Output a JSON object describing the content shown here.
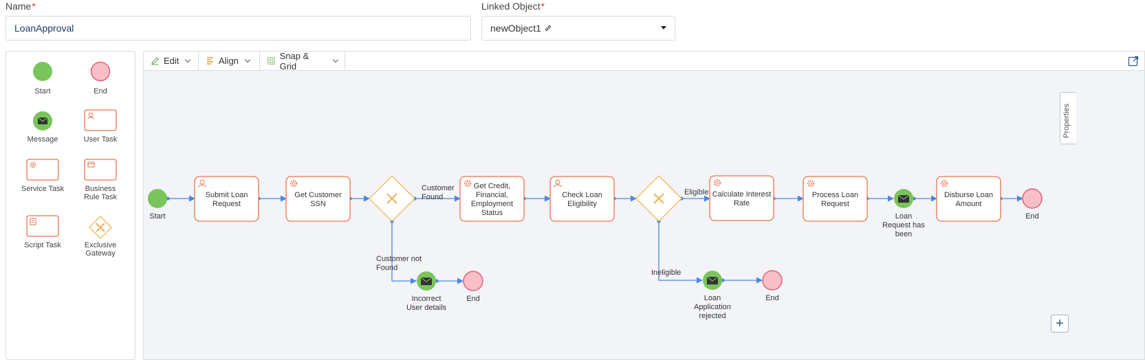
{
  "form": {
    "name_label": "Name",
    "required_mark": "*",
    "name_value": "LoanApproval",
    "linked_label": "Linked Object",
    "linked_value": "newObject1"
  },
  "palette": {
    "start": "Start",
    "end": "End",
    "message": "Message",
    "user_task": "User Task",
    "service_task": "Service Task",
    "business_rule_task": [
      "Business",
      "Rule Task"
    ],
    "script_task": "Script Task",
    "exclusive_gateway": [
      "Exclusive",
      "Gateway"
    ]
  },
  "toolbar": {
    "edit": "Edit",
    "align": "Align",
    "snap": "Snap & Grid"
  },
  "side": {
    "properties": "Properties",
    "plus": "+"
  },
  "diagram": {
    "start_label": "Start",
    "tasks": [
      {
        "name": "submit",
        "kind": "user",
        "lines": [
          "Submit Loan",
          "Request"
        ]
      },
      {
        "name": "get-ssn",
        "kind": "service",
        "lines": [
          "Get Customer",
          "SSN"
        ]
      },
      {
        "name": "get-credit",
        "kind": "service",
        "lines": [
          "Get Credit,",
          "Financial,",
          "Employment",
          "Status"
        ]
      },
      {
        "name": "check-eligibility",
        "kind": "user",
        "lines": [
          "Check Loan",
          "Eligibility"
        ]
      },
      {
        "name": "calc-interest",
        "kind": "service",
        "lines": [
          "Calculate Interest",
          "Rate"
        ]
      },
      {
        "name": "process-loan",
        "kind": "service",
        "lines": [
          "Process Loan",
          "Request"
        ]
      },
      {
        "name": "disburse",
        "kind": "service",
        "lines": [
          "Disburse Loan",
          "Amount"
        ]
      }
    ],
    "flow_labels": {
      "customer_found": [
        "Customer",
        "Found"
      ],
      "customer_not_found": [
        "Customer not",
        "Found"
      ],
      "eligible": "Eligible",
      "ineligible": "Ineligible"
    },
    "messages": {
      "incorrect": [
        "Incorrect",
        "User details"
      ],
      "rejected": [
        "Loan",
        "Application",
        "rejected"
      ],
      "request": [
        "Loan",
        "Request has",
        "been"
      ]
    },
    "end_label": "End",
    "colors": {
      "task_stroke": "#e8734e",
      "start_fill": "#7ac55b",
      "end_fill": "#f9bfc7",
      "end_stroke": "#e0607a",
      "gateway_stroke": "#f0b45a",
      "flow": "#4a86e8"
    }
  }
}
